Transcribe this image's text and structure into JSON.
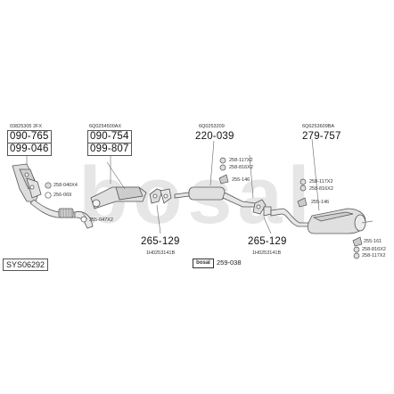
{
  "watermark": {
    "text": "bosal"
  },
  "system_code": "SYS06292",
  "groups": {
    "manifold": {
      "oem": "03825305 2FX",
      "parts": [
        "090-765",
        "099-046"
      ],
      "accessories": [
        "258-040X4",
        "256-069"
      ]
    },
    "catalyst": {
      "oem": "6Q0254500AX",
      "parts": [
        "090-754",
        "099-807"
      ],
      "accessories": [
        "255-047X2"
      ]
    },
    "centre_silencer": {
      "oem": "6Q0253209",
      "parts": [
        "220-039"
      ],
      "accessories": [
        "258-117X2",
        "258-816X2",
        "255-146"
      ]
    },
    "rear_silencer": {
      "oem": "6Q6253609BA",
      "parts": [
        "279-757"
      ],
      "accessories": [
        "258-117X2",
        "258-816X2",
        "255-146",
        "255-161",
        "258-816X2",
        "258-117X2"
      ]
    },
    "front_clamp": {
      "parts": [
        "265-129"
      ],
      "oem": "1H0253141B"
    },
    "rear_clamp": {
      "parts": [
        "265-129"
      ],
      "oem": "1H0253141B"
    },
    "assembly_kit": {
      "logo_text": "bosal",
      "part": "259-038"
    }
  }
}
